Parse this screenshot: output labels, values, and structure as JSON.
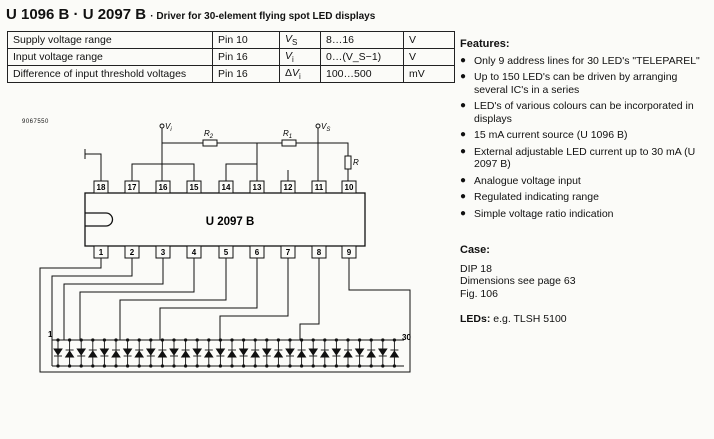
{
  "header": {
    "title": "U 1096 B · U 2097 B",
    "subtitle": "· Driver for 30-element flying spot LED displays"
  },
  "specs": [
    {
      "param": "Supply voltage range",
      "pin": "Pin 10",
      "sym": "V_S",
      "val": "8…16",
      "unit": "V"
    },
    {
      "param": "Input voltage range",
      "pin": "Pin 16",
      "sym": "V_i",
      "val": "0…(V_S−1)",
      "unit": "V"
    },
    {
      "param": "Difference of input threshold voltages",
      "pin": "Pin 16",
      "sym": "ΔV_i",
      "val": "100…500",
      "unit": "mV"
    }
  ],
  "features": {
    "heading": "Features:",
    "items": [
      "Only 9 address lines for 30 LED's \"TELEPAREL\"",
      "Up to 150 LED's can be driven by arranging several IC's in a series",
      "LED's of various colours can be incorporated in displays",
      "15 mA current source (U 1096 B)",
      "External adjustable LED current up to 30 mA (U 2097 B)",
      "Analogue voltage input",
      "Regulated indicating range",
      "Simple voltage ratio indication"
    ]
  },
  "case": {
    "heading": "Case:",
    "lines": [
      "DIP 18",
      "Dimensions see page 63",
      "Fig. 106"
    ]
  },
  "leds": {
    "label": "LEDs:",
    "value": "e.g. TLSH 5100"
  },
  "diagram": {
    "doc_number": "9067550",
    "chip_label": "U 2097 B",
    "top_pins": [
      "18",
      "17",
      "16",
      "15",
      "14",
      "13",
      "12",
      "11",
      "10"
    ],
    "bottom_pins": [
      "1",
      "2",
      "3",
      "4",
      "5",
      "6",
      "7",
      "8",
      "9"
    ],
    "vi_label": "V_i",
    "vs_label": "V_S",
    "r2_label": "R_2",
    "r1_label": "R_1",
    "r_label": "R",
    "led_first": "1",
    "led_last": "30"
  }
}
